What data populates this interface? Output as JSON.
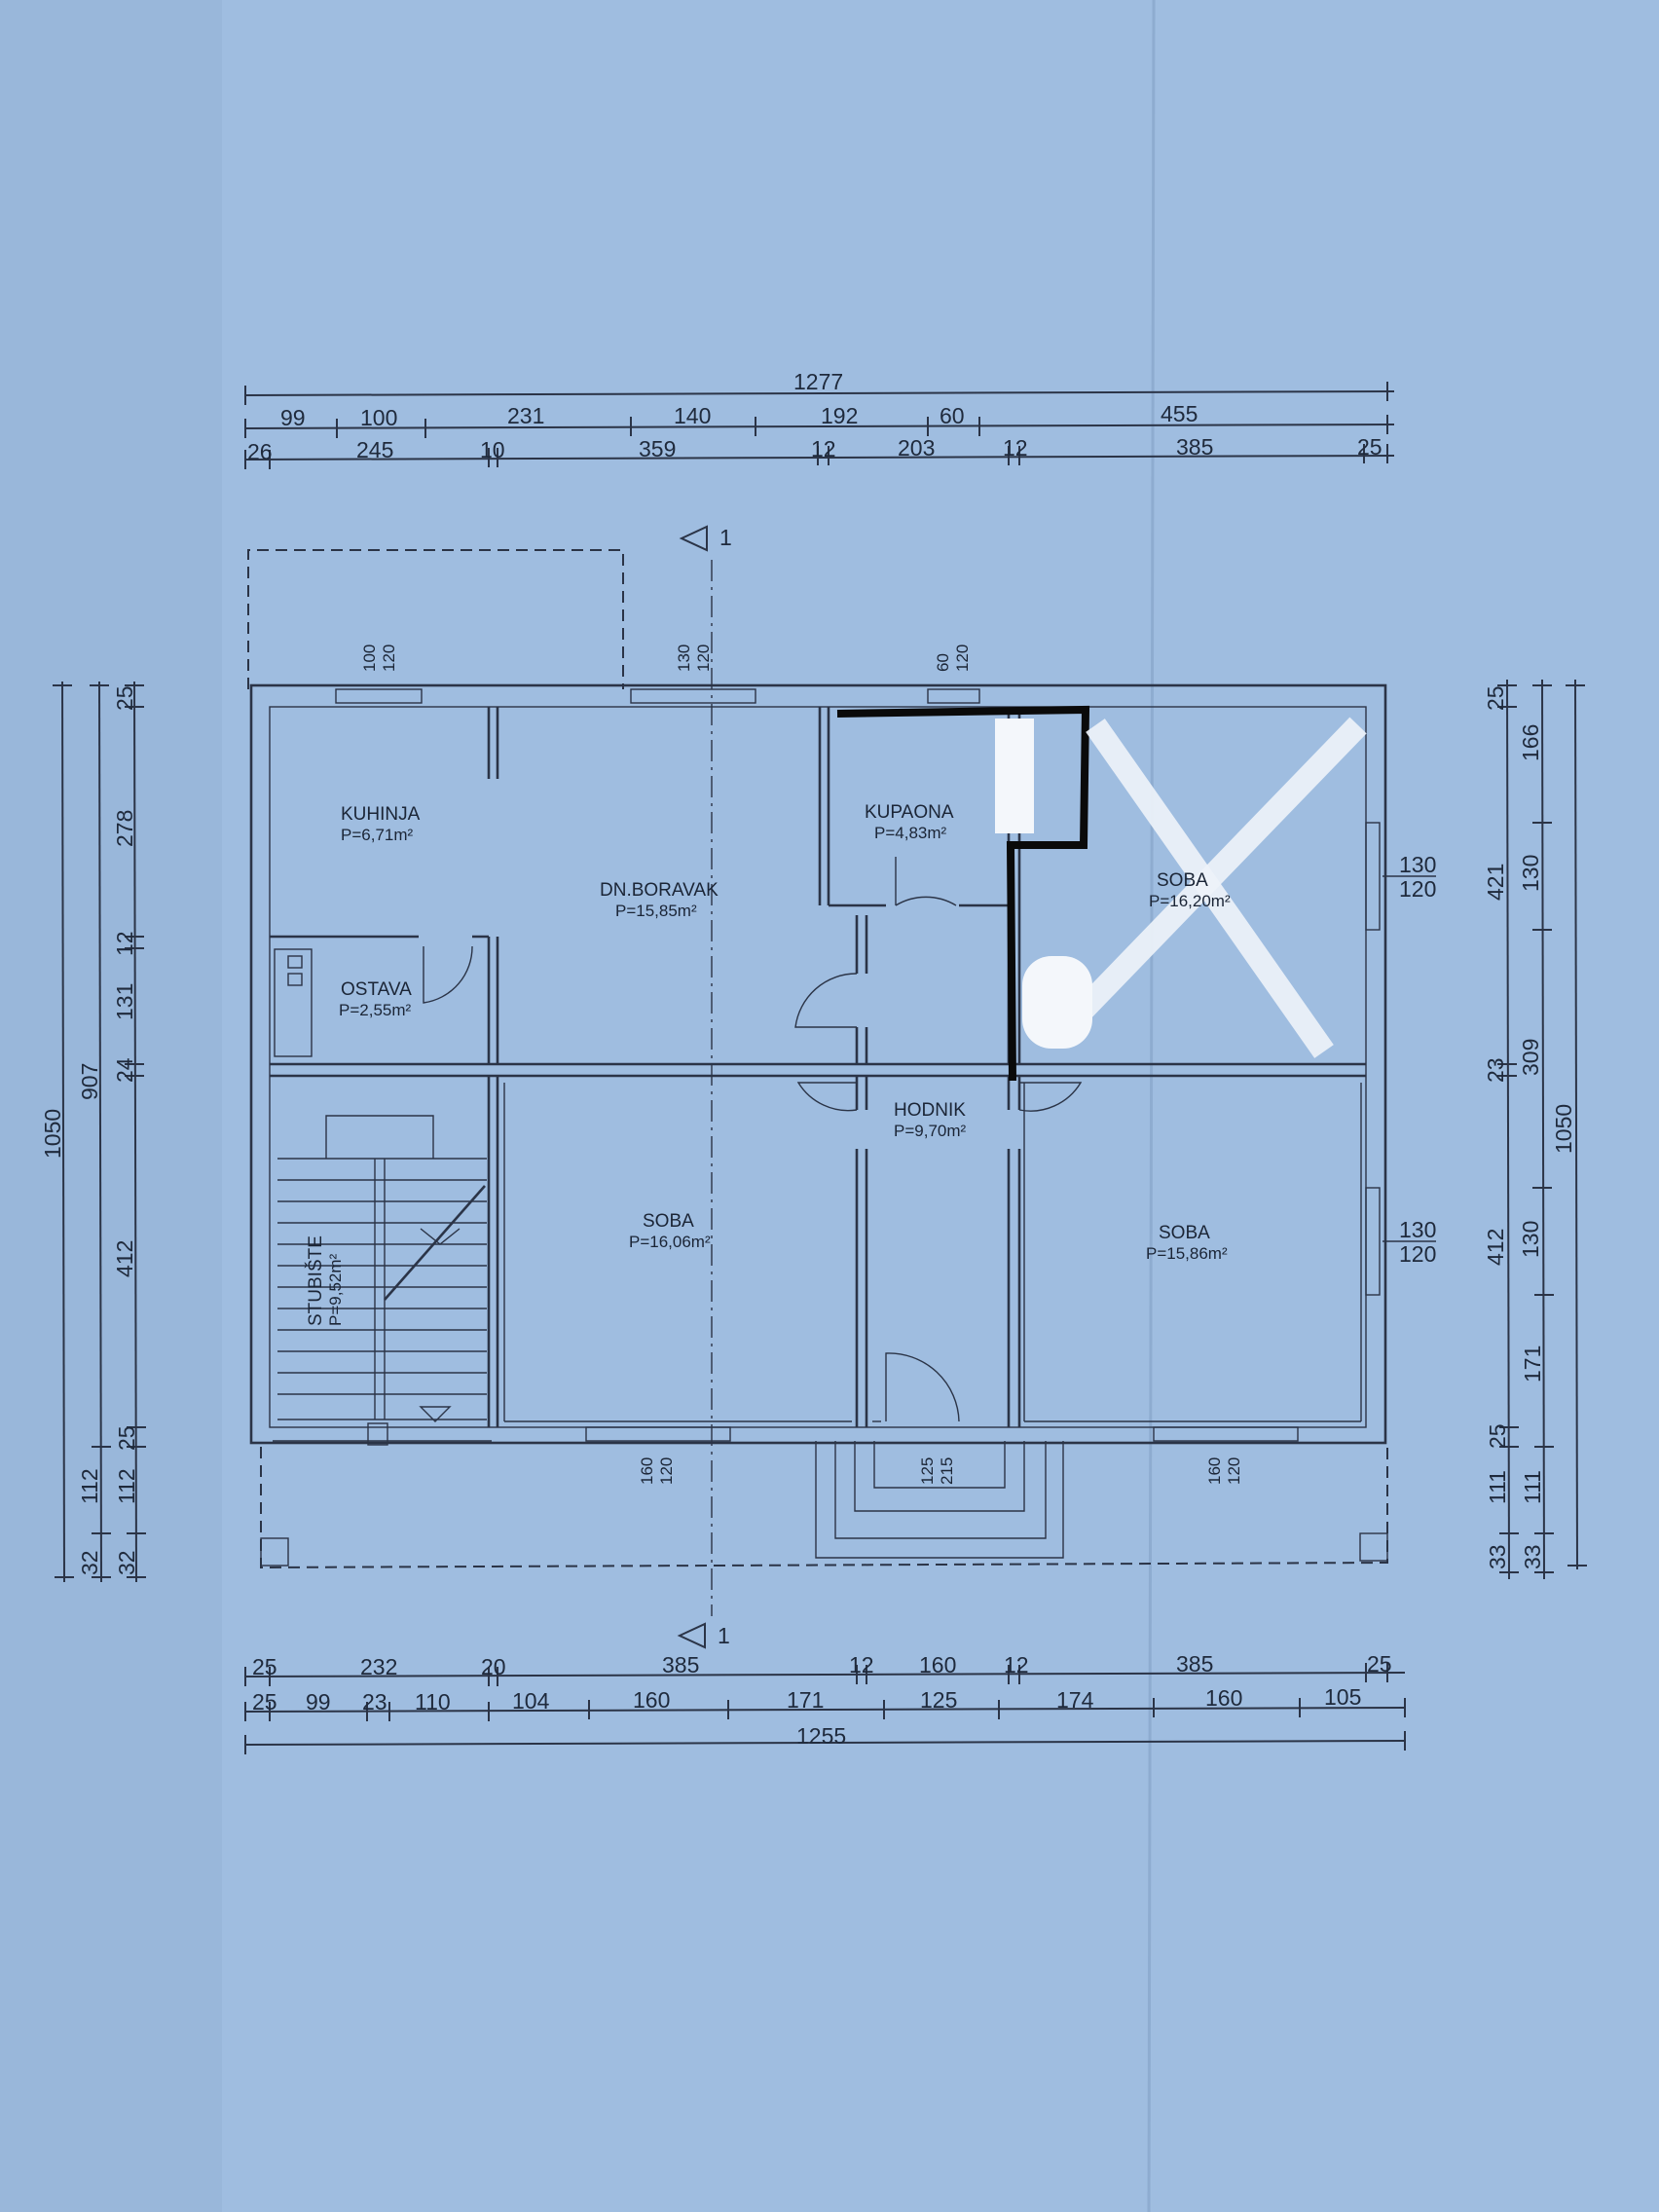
{
  "plan": {
    "rooms": [
      {
        "id": "kuhinja",
        "name": "KUHINJA",
        "area": "P=6,71m²"
      },
      {
        "id": "dn-boravak",
        "name": "DN.BORAVAK",
        "area": "P=15,85m²"
      },
      {
        "id": "kupaona",
        "name": "KUPAONA",
        "area": "P=4,83m²"
      },
      {
        "id": "soba-ne",
        "name": "SOBA",
        "area": "P=16,20m²"
      },
      {
        "id": "ostava",
        "name": "OSTAVA",
        "area": "P=2,55m²"
      },
      {
        "id": "hodnik",
        "name": "HODNIK",
        "area": "P=9,70m²"
      },
      {
        "id": "soba-sw",
        "name": "SOBA",
        "area": "P=16,06m²"
      },
      {
        "id": "soba-se",
        "name": "SOBA",
        "area": "P=15,86m²"
      },
      {
        "id": "stubiste",
        "name": "STUBIŠTE",
        "area": "P=9,52m²"
      }
    ],
    "section_mark": "1",
    "top_dims": {
      "overall": "1277",
      "row1": [
        "99",
        "100",
        "231",
        "140",
        "192",
        "60",
        "455"
      ],
      "row2": [
        "26",
        "245",
        "10",
        "359",
        "12",
        "203",
        "12",
        "385",
        "25"
      ]
    },
    "bottom_dims": {
      "row1": [
        "25",
        "232",
        "20",
        "385",
        "12",
        "160",
        "12",
        "385",
        "25"
      ],
      "row2": [
        "25",
        "99",
        "23",
        "110",
        "104",
        "160",
        "171",
        "125",
        "174",
        "160",
        "105"
      ],
      "overall": "1255"
    },
    "left_dims": {
      "overall": "1050",
      "sub": "907",
      "col": [
        "25",
        "278",
        "12",
        "131",
        "24",
        "412",
        "25",
        "112",
        "32"
      ],
      "col2": [
        "112",
        "32"
      ]
    },
    "right_dims": {
      "overall": "1050",
      "col_a": [
        "25",
        "421",
        "23",
        "412",
        "25",
        "111",
        "33"
      ],
      "col_b": [
        "166",
        "130",
        "309",
        "130",
        "171",
        "111",
        "33"
      ]
    },
    "windows": {
      "top_1": [
        "100",
        "120"
      ],
      "top_2": [
        "130",
        "120"
      ],
      "top_3": [
        "60",
        "120"
      ],
      "right_1": [
        "130",
        "120"
      ],
      "right_2": [
        "130",
        "120"
      ],
      "bottom_1": [
        "160",
        "120"
      ],
      "bottom_2": [
        "160",
        "120"
      ],
      "entrance": [
        "125",
        "215"
      ]
    }
  }
}
